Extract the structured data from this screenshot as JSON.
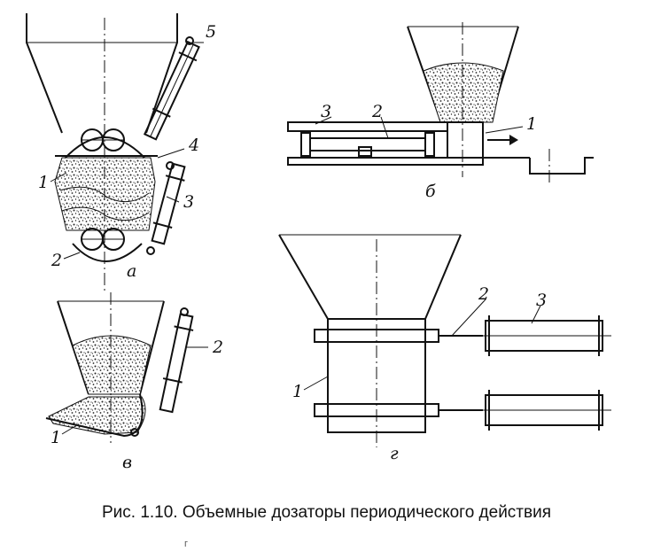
{
  "figure": {
    "caption": "Рис. 1.10. Объемные дозаторы периодического действия",
    "corner_mark": "г",
    "panels": {
      "a": {
        "letter": "а",
        "labels": [
          "1",
          "2",
          "3",
          "4",
          "5"
        ]
      },
      "b": {
        "letter": "б",
        "labels": [
          "1",
          "2",
          "3"
        ]
      },
      "v": {
        "letter": "в",
        "labels": [
          "1",
          "2"
        ]
      },
      "g": {
        "letter": "г",
        "labels": [
          "1",
          "2",
          "3"
        ]
      }
    }
  }
}
